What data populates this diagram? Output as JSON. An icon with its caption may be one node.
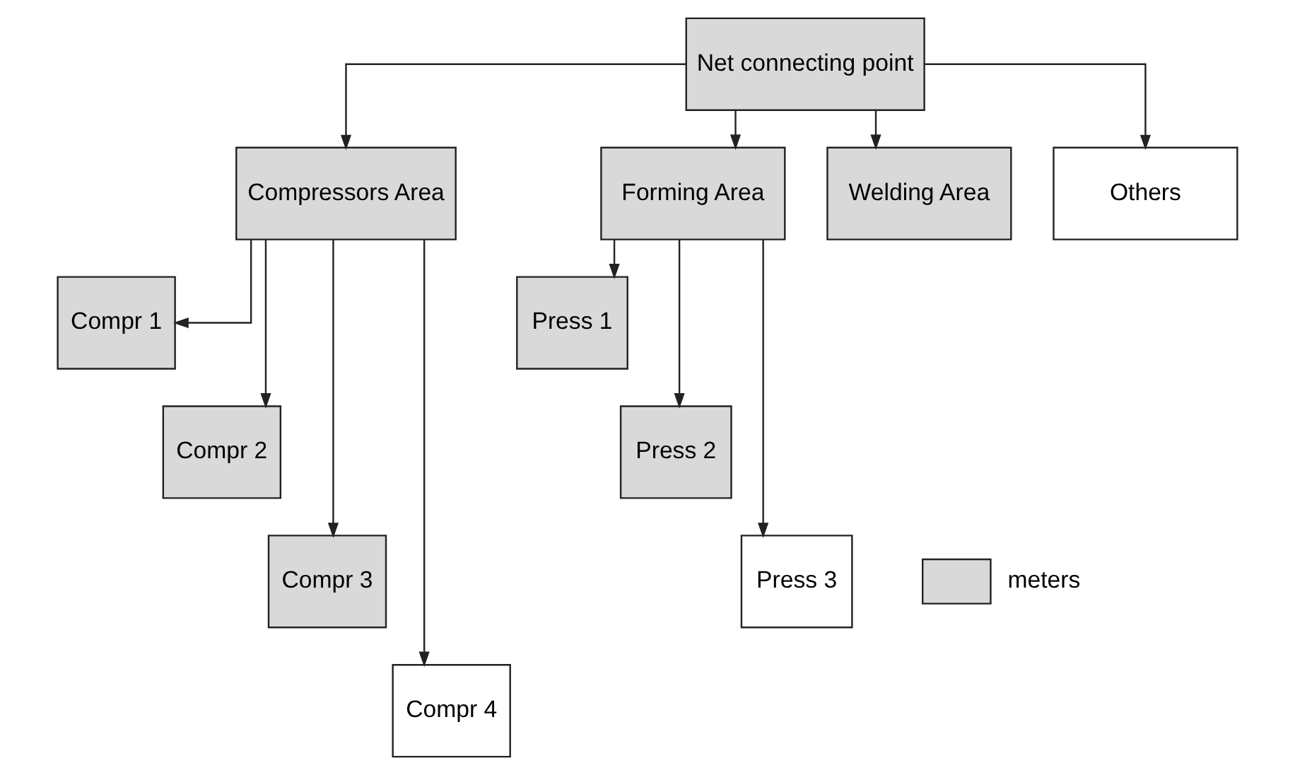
{
  "diagram": {
    "nodes": [
      {
        "text": [
          "Net connecting point"
        ]
      },
      {
        "text": [
          "Compressors Area"
        ]
      },
      {
        "text": [
          "Forming Area"
        ]
      },
      {
        "text": [
          "Welding Area"
        ]
      },
      {
        "text": [
          "Others"
        ]
      },
      {
        "text": [
          "Compr 1"
        ]
      },
      {
        "text": [
          "Compr 2"
        ]
      },
      {
        "text": [
          "Compr 3"
        ]
      },
      {
        "text": [
          "Compr 4"
        ]
      },
      {
        "text": [
          "Press 1"
        ]
      },
      {
        "text": [
          "Press 2"
        ]
      },
      {
        "text": [
          "Press 3"
        ]
      }
    ],
    "edges": [
      {
        "from": 0,
        "to": 1,
        "arrow": "to"
      },
      {
        "from": 0,
        "to": 2,
        "arrow": "to"
      },
      {
        "from": 0,
        "to": 3,
        "arrow": "to"
      },
      {
        "from": 0,
        "to": 4,
        "arrow": "to"
      },
      {
        "from": 1,
        "to": 5,
        "arrow": "to"
      },
      {
        "from": 1,
        "to": 6,
        "arrow": "to"
      },
      {
        "from": 1,
        "to": 7,
        "arrow": "to"
      },
      {
        "from": 1,
        "to": 8,
        "arrow": "to"
      },
      {
        "from": 2,
        "to": 9,
        "arrow": "to"
      },
      {
        "from": 2,
        "to": 10,
        "arrow": "to"
      },
      {
        "from": 2,
        "to": 11,
        "arrow": "to"
      }
    ],
    "legend": [
      {
        "text": "meters",
        "color": "#d9d9d9"
      }
    ]
  }
}
